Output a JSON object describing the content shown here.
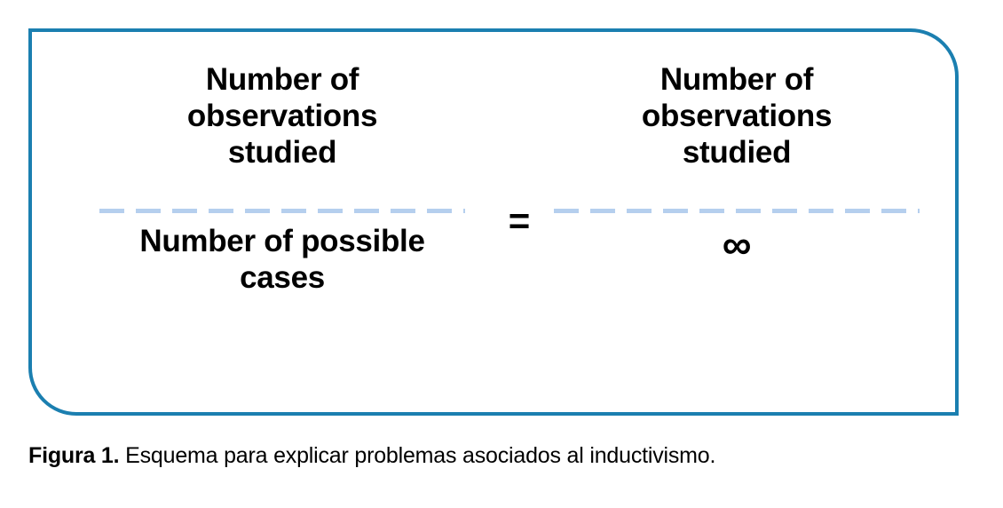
{
  "figure": {
    "frame": {
      "border_color": "#1b7fb0",
      "background_color": "#ffffff"
    },
    "equation": {
      "left_fraction": {
        "numerator": "Number of observations studied",
        "denominator": "Number of possible cases",
        "bar_color": "#b5cfee"
      },
      "operator": "=",
      "right_fraction": {
        "numerator": "Number of observations studied",
        "denominator": "∞",
        "bar_color": "#b5cfee"
      }
    }
  },
  "caption": {
    "label": "Figura 1.",
    "text": " Esquema para explicar problemas asociados al inductivismo."
  }
}
